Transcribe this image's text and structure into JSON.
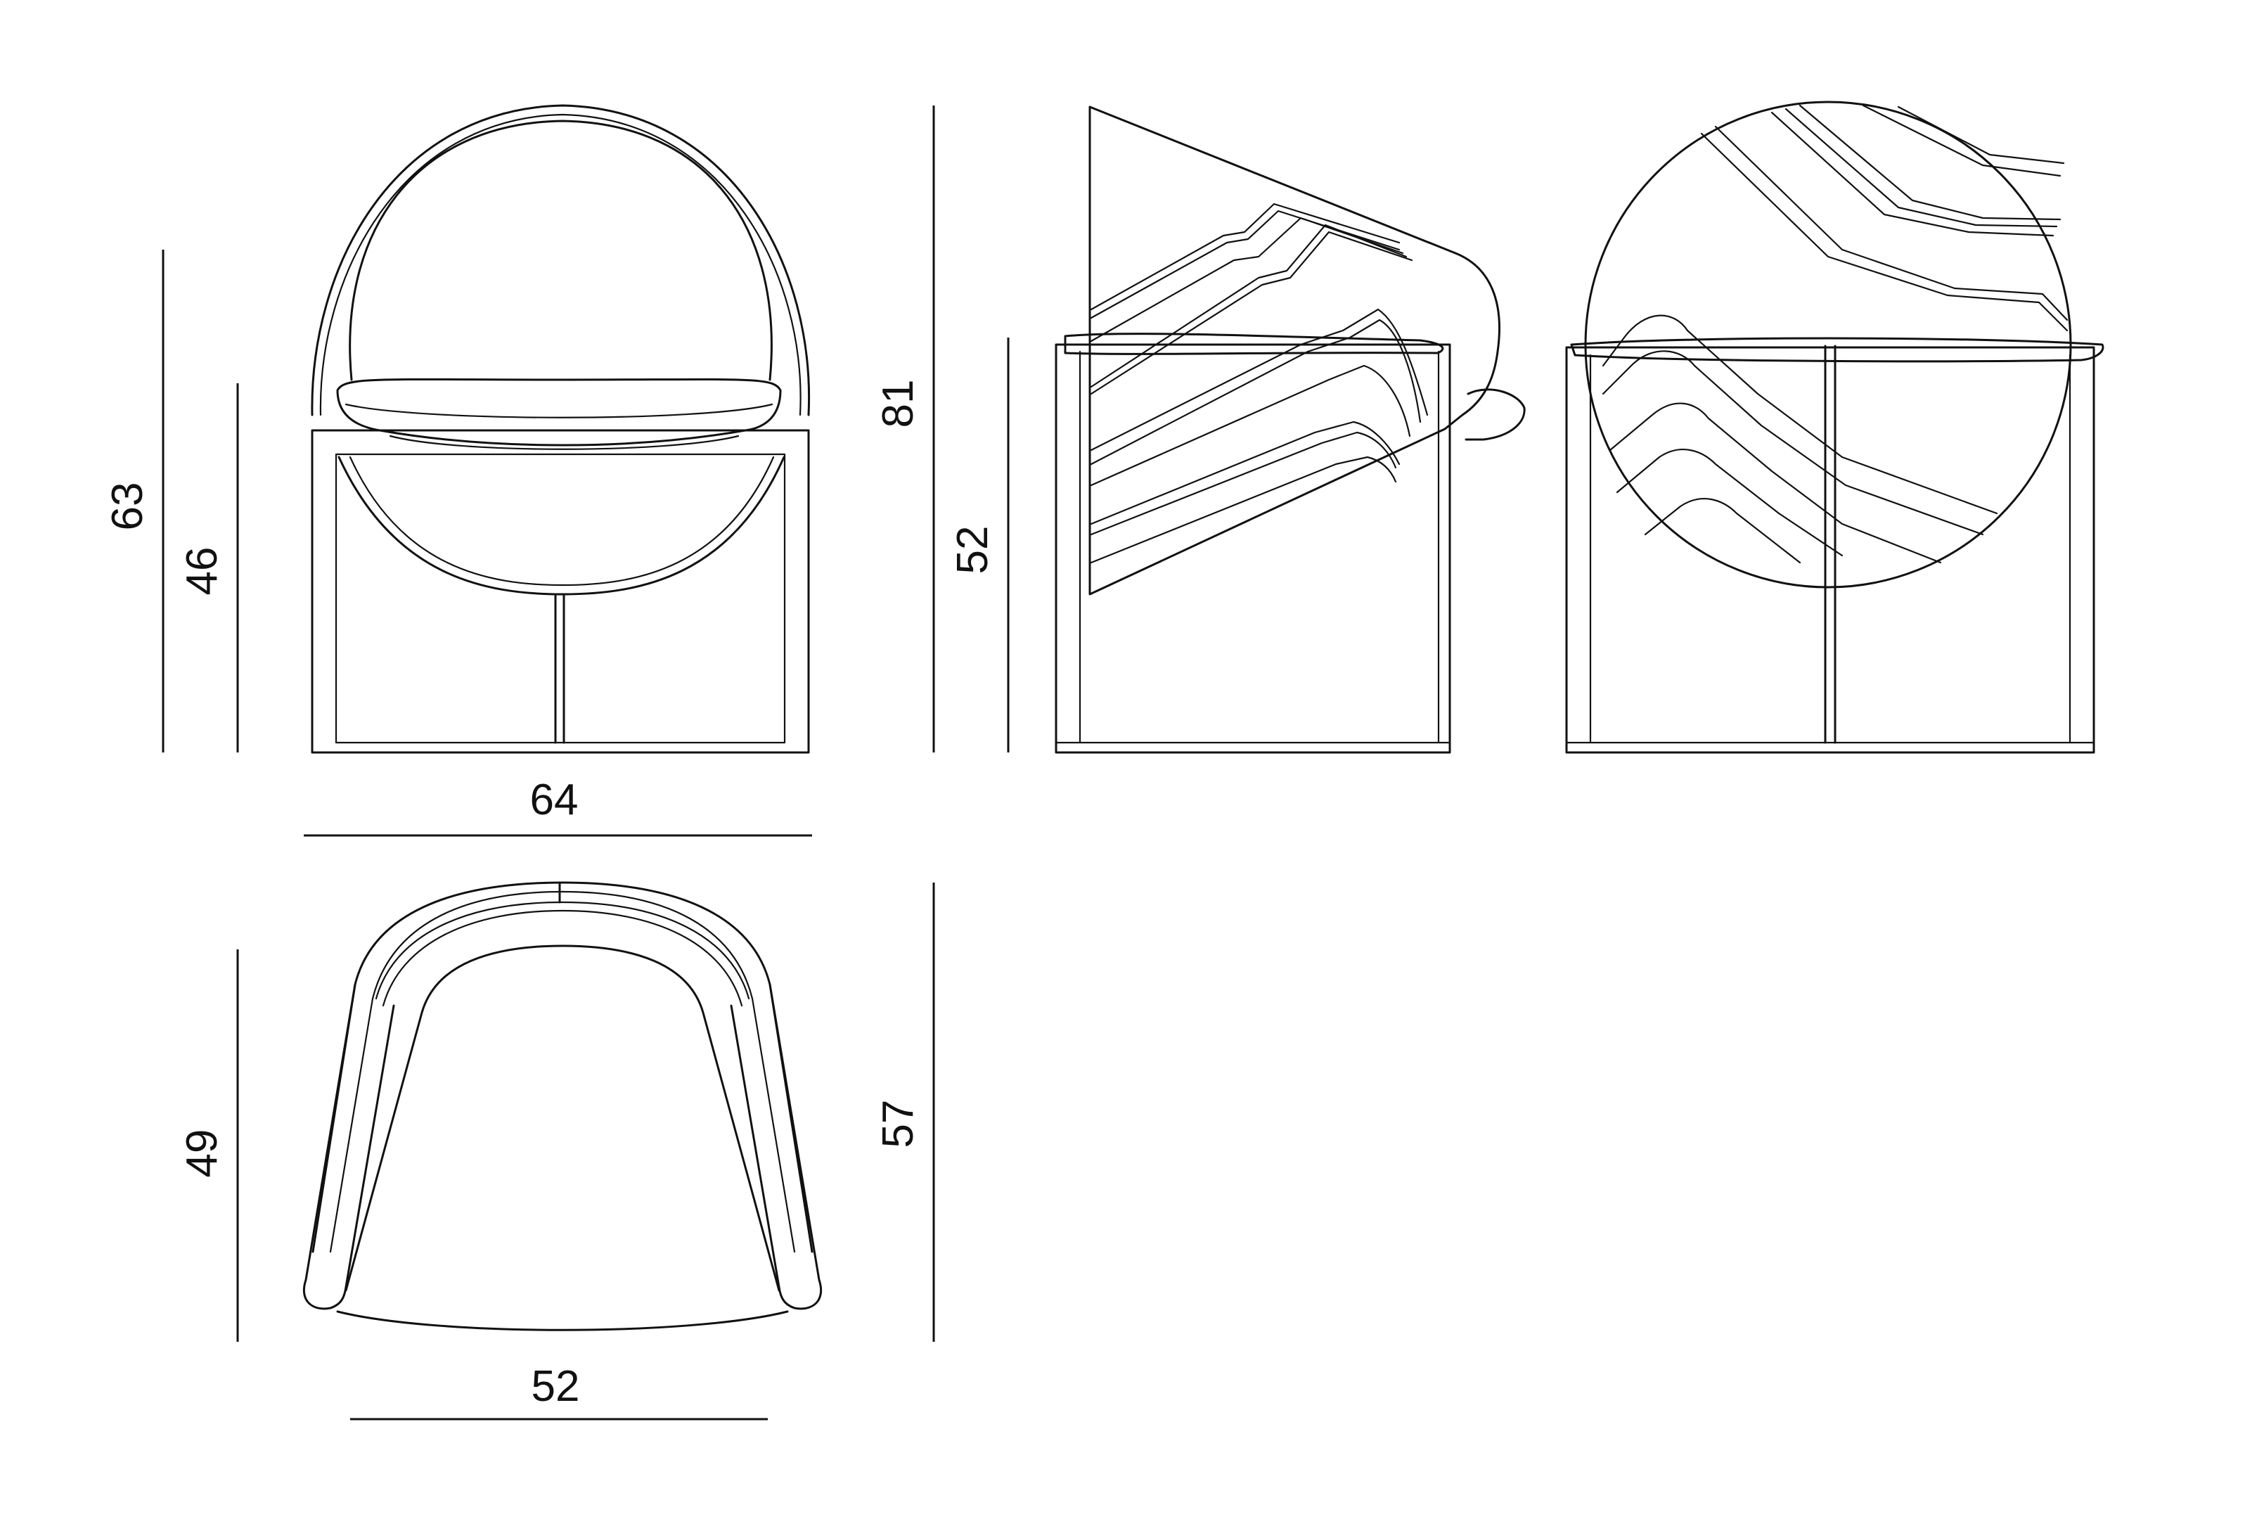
{
  "dimensions": {
    "front_overall_height": "63",
    "front_seat_height": "46",
    "front_width": "64",
    "side_overall_height": "81",
    "side_seat_height": "52",
    "top_depth_left": "49",
    "top_depth_right": "57",
    "top_width": "52"
  }
}
